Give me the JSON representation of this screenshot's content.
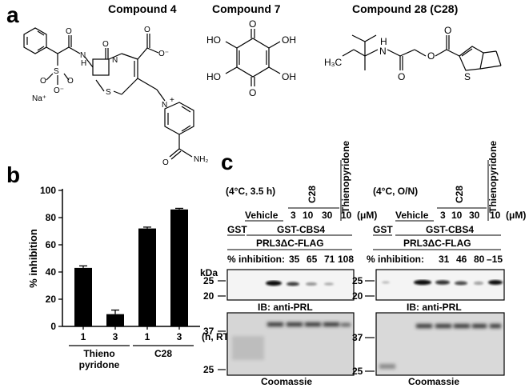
{
  "panel_a": {
    "label": "a",
    "compounds": [
      {
        "title": "Compound 4",
        "atoms": [
          "O",
          "N",
          "H",
          "O",
          "N",
          "O",
          "O⁻",
          "S",
          "O",
          "O",
          "O⁻",
          "Na⁺",
          "S",
          "N",
          "+",
          "O",
          "NH₂"
        ]
      },
      {
        "title": "Compound 7",
        "atoms": [
          "O",
          "O",
          "HO",
          "OH",
          "HO",
          "OH"
        ]
      },
      {
        "title": "Compound 28 (C28)",
        "atoms": [
          "H₃C",
          "N",
          "H",
          "O",
          "O",
          "O",
          "S"
        ]
      }
    ]
  },
  "panel_b": {
    "label": "b",
    "chart_data": {
      "type": "bar",
      "ylabel": "% inhibition",
      "xunit": "(h, RT)",
      "ylim": [
        0,
        100
      ],
      "yticks": [
        "0",
        "20",
        "40",
        "60",
        "80",
        "100"
      ],
      "groups": [
        {
          "name_lines": [
            "Thieno",
            "pyridone"
          ],
          "categories": [
            "1",
            "3"
          ],
          "values": [
            43,
            9
          ],
          "errors": [
            1.5,
            3
          ]
        },
        {
          "name_lines": [
            "C28"
          ],
          "categories": [
            "1",
            "3"
          ],
          "values": [
            72,
            86
          ],
          "errors": [
            1,
            0.8
          ]
        }
      ]
    }
  },
  "panel_c": {
    "label": "c",
    "blots": [
      {
        "condition": "(4°C, 3.5 h)",
        "c28": "C28",
        "thieno": "Thienopyridone",
        "vehicle": "Vehicle",
        "doses": [
          "3",
          "10",
          "30",
          "10"
        ],
        "unit": "(μM)",
        "gst": "GST",
        "gst_cbs4": "GST-CBS4",
        "prl": "PRL3ΔC-FLAG",
        "inhibition_label": "% inhibition:",
        "inhibition": [
          "35",
          "65",
          "71",
          "108"
        ],
        "kda": "kDa",
        "wb_markers": [
          "25",
          "20"
        ],
        "ib": "IB: anti-PRL",
        "cm_markers": [
          "37",
          "25"
        ],
        "coomassie": "Coomassie"
      },
      {
        "condition": "(4°C, O/N)",
        "c28": "C28",
        "thieno": "Thienopyridone",
        "vehicle": "Vehicle",
        "doses": [
          "3",
          "10",
          "30",
          "10"
        ],
        "unit": "(μM)",
        "gst": "GST",
        "gst_cbs4": "GST-CBS4",
        "prl": "PRL3ΔC-FLAG",
        "inhibition_label": "% inhibition:",
        "inhibition": [
          "31",
          "46",
          "80",
          "–15"
        ],
        "wb_markers": [
          "25",
          "20"
        ],
        "ib": "IB: anti-PRL",
        "cm_markers": [
          "37",
          "25"
        ],
        "coomassie": "Coomassie"
      }
    ]
  }
}
